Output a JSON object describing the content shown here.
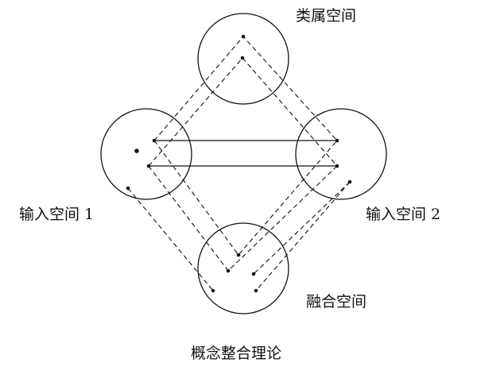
{
  "title": "概念整合理论",
  "spaces": {
    "generic": "类属空间",
    "input1": "输入空间 1",
    "input2": "输入空间 2",
    "blend": "融合空间"
  },
  "colors": {
    "ink": "#111111",
    "background": "#ffffff"
  }
}
